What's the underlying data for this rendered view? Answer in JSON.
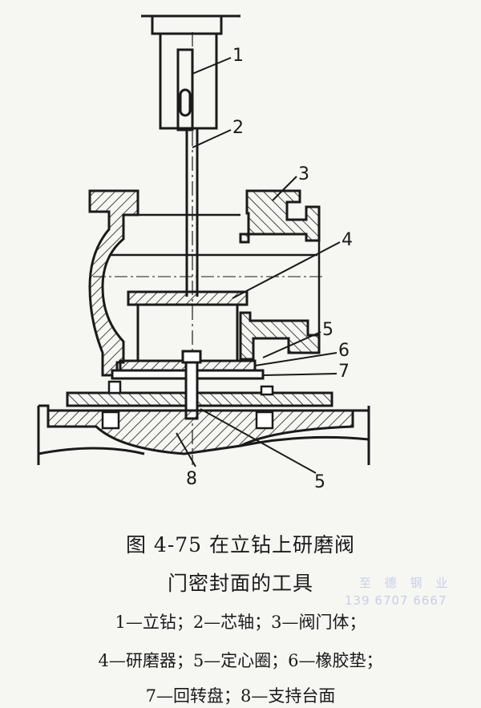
{
  "diagram": {
    "callouts": [
      "1",
      "2",
      "3",
      "4",
      "5",
      "6",
      "7",
      "8",
      "5"
    ]
  },
  "caption": {
    "title_line1": "图 4-75   在立钻上研磨阀",
    "title_line2": "门密封面的工具",
    "legend_line1": "1—立钻；2—芯轴；3—阀门体；",
    "legend_line2": "4—研磨器；5—定心圈；6—橡胶垫；",
    "legend_line3": "7—回转盘；8—支持台面"
  },
  "watermark": {
    "line1": "至 德 钢 业",
    "line2": "139 6707 6667"
  },
  "colors": {
    "ink": "#1a1a1a",
    "paper": "#f6f6f3",
    "watermark": "#c9cfe6"
  }
}
